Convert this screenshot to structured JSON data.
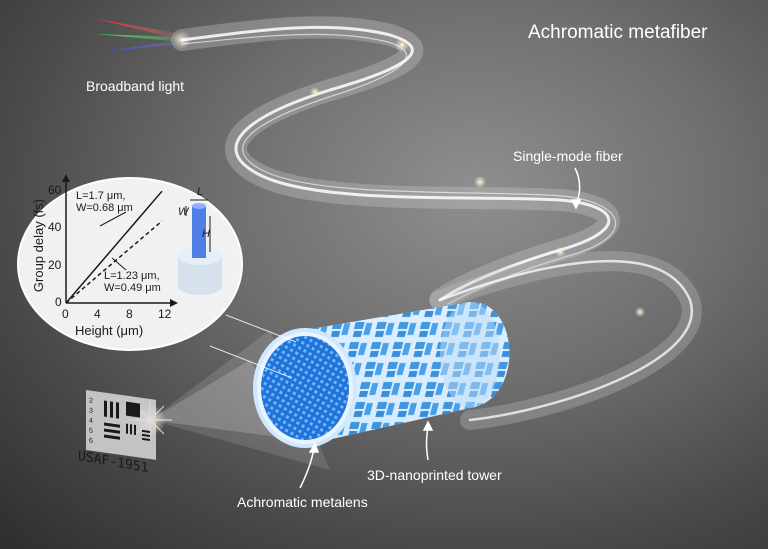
{
  "title": "Achromatic metafiber",
  "labels": {
    "broadband_light": "Broadband light",
    "single_mode_fiber": "Single-mode fiber",
    "tower": "3D-nanoprinted tower",
    "metalens": "Achromatic metalens",
    "target": "USAF-1951"
  },
  "inset": {
    "pillar": {
      "l": "L",
      "w": "W",
      "h": "H"
    },
    "annot_upper": {
      "line1": "L=1.7 μm,",
      "line2": "W=0.68 μm"
    },
    "annot_lower": {
      "line1": "L=1.23 μm,",
      "line2": "W=0.49 μm"
    }
  },
  "chart_data": {
    "type": "line",
    "xlabel": "Height (μm)",
    "ylabel": "Group delay (fs)",
    "xticks": [
      0,
      4,
      8,
      12
    ],
    "yticks": [
      0,
      20,
      40,
      60
    ],
    "xlim": [
      0,
      13
    ],
    "ylim": [
      0,
      66
    ],
    "series": [
      {
        "style": "solid",
        "x": [
          0,
          12
        ],
        "y": [
          0,
          60
        ]
      },
      {
        "style": "dashed",
        "x": [
          0,
          12
        ],
        "y": [
          0,
          44
        ]
      }
    ]
  },
  "colors": {
    "accent": "#2f8fe0",
    "text": "#ffffff"
  }
}
